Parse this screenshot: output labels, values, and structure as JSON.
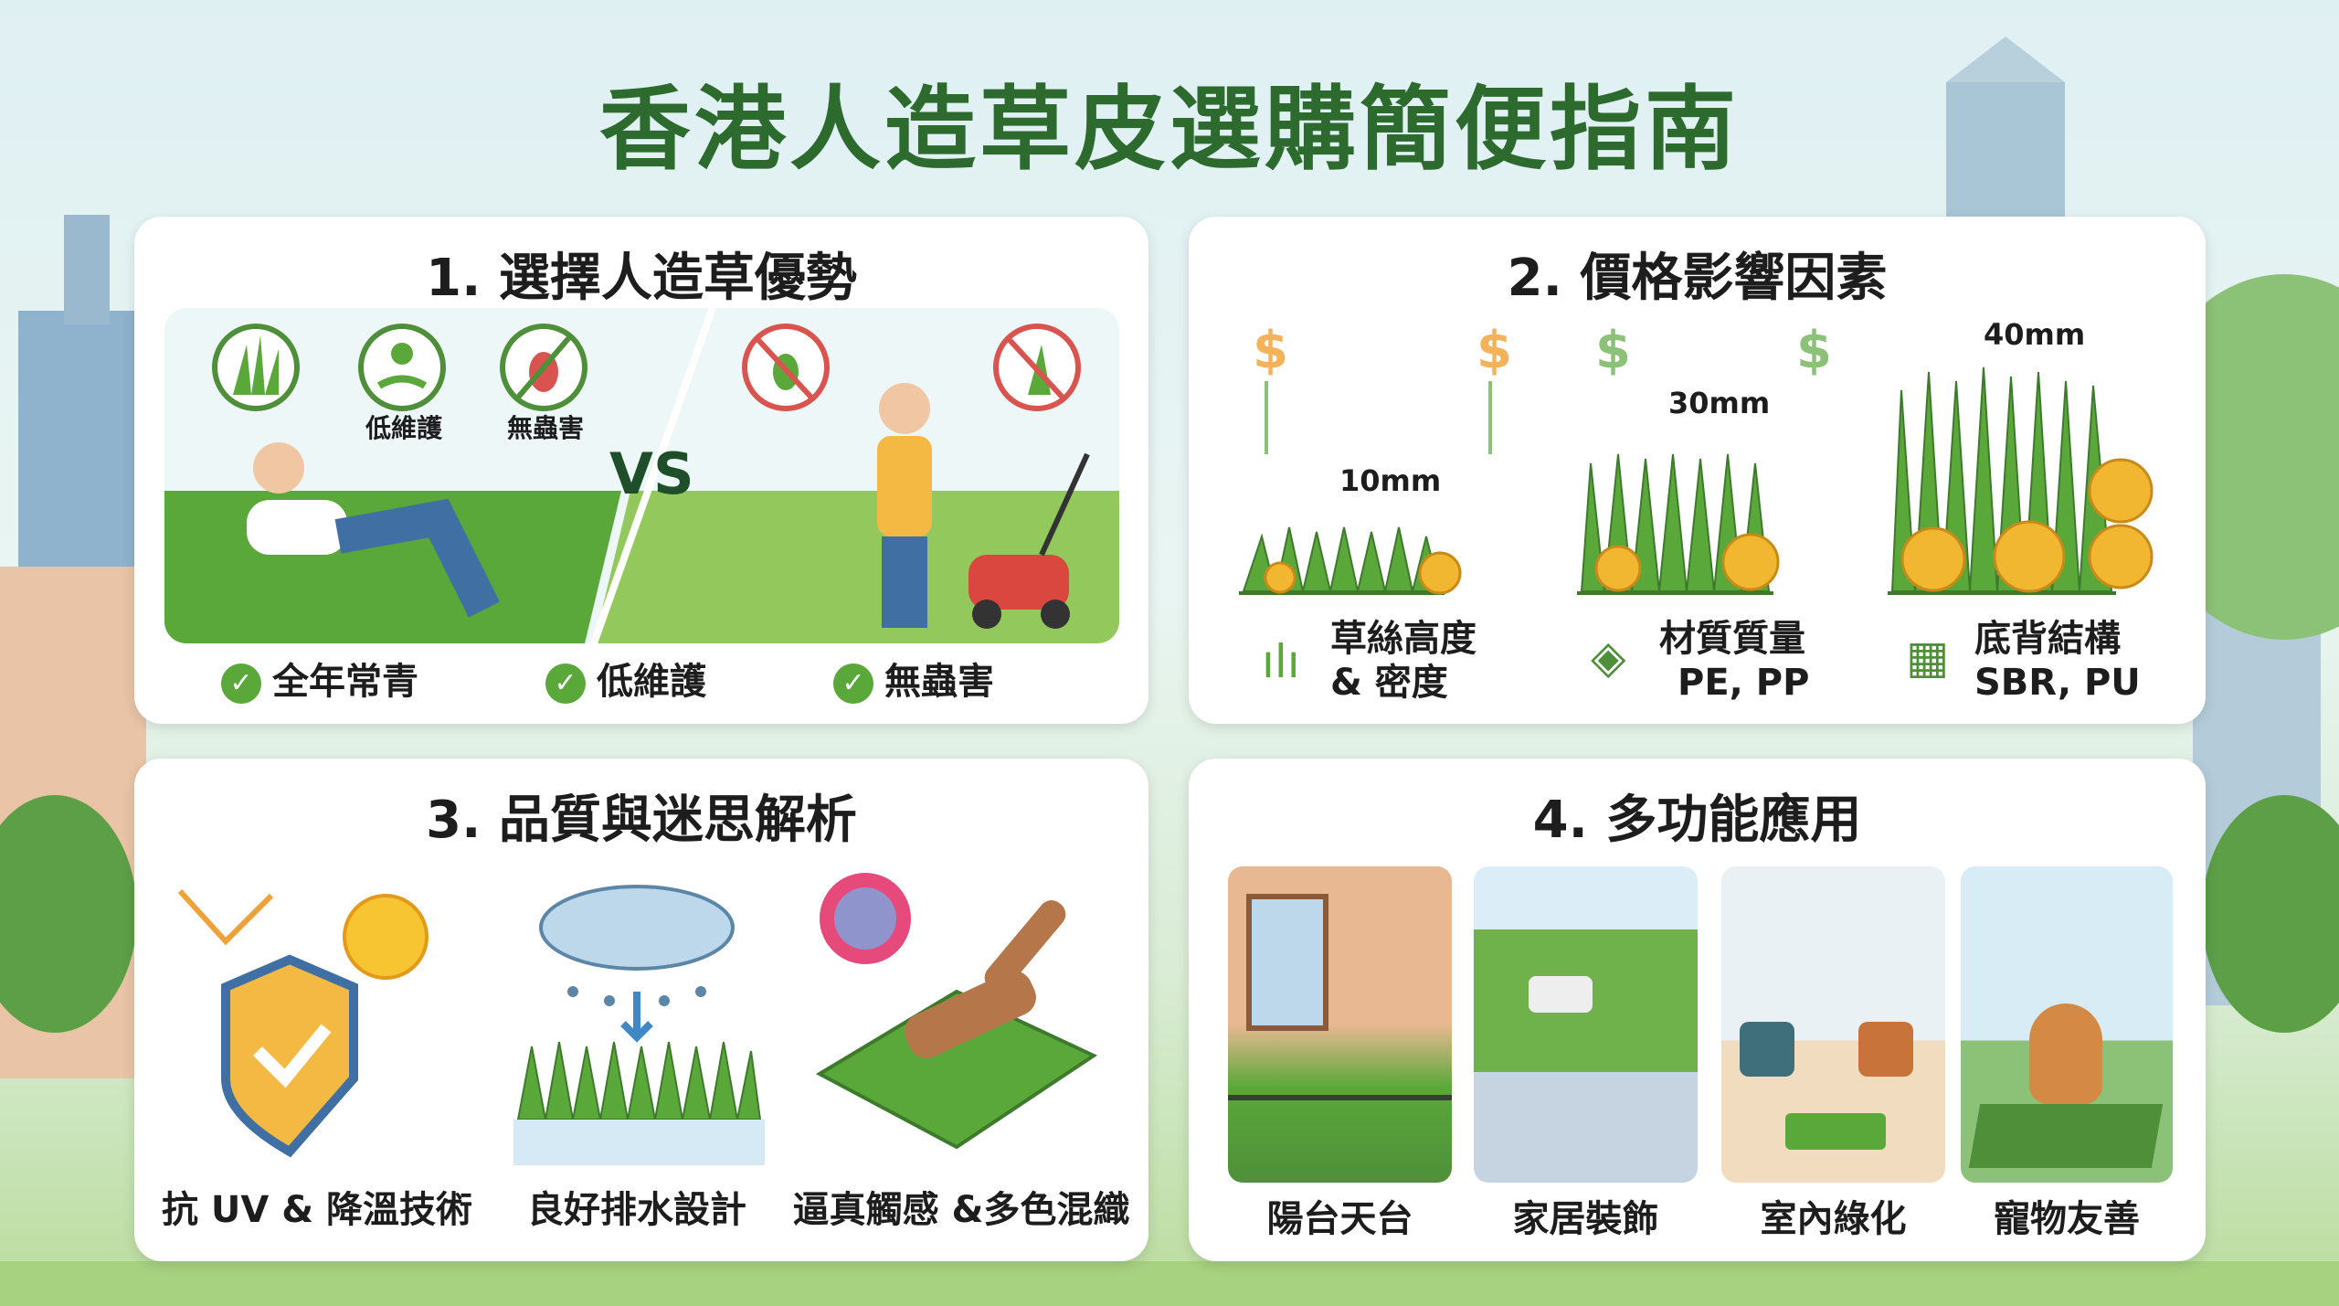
{
  "title": "香港人造草皮選購簡便指南",
  "panel1": {
    "heading": "1. 選擇人造草優勢",
    "icon_labels": [
      "低維護",
      "無蟲害"
    ],
    "vs": "VS",
    "benefits": [
      "全年常青",
      "低維護",
      "無蟲害"
    ]
  },
  "panel2": {
    "heading": "2. 價格影響因素",
    "heights": [
      "10mm",
      "30mm",
      "40mm"
    ],
    "factors": [
      {
        "line1": "草絲高度",
        "line2": "& 密度"
      },
      {
        "line1": "材質質量",
        "line2": "PE, PP"
      },
      {
        "line1": "底背結構",
        "line2": "SBR, PU"
      }
    ]
  },
  "panel3": {
    "heading": "3. 品質與迷思解析",
    "items": [
      "抗 UV & 降溫技術",
      "良好排水設計",
      "逼真觸感 &多色混織"
    ]
  },
  "panel4": {
    "heading": "4. 多功能應用",
    "items": [
      "陽台天台",
      "家居裝飾",
      "室內綠化",
      "寵物友善"
    ]
  },
  "colors": {
    "title": "#2c6a2e",
    "grass": "#5aa839",
    "coin": "#f2b731",
    "accent_red": "#d9534f"
  }
}
